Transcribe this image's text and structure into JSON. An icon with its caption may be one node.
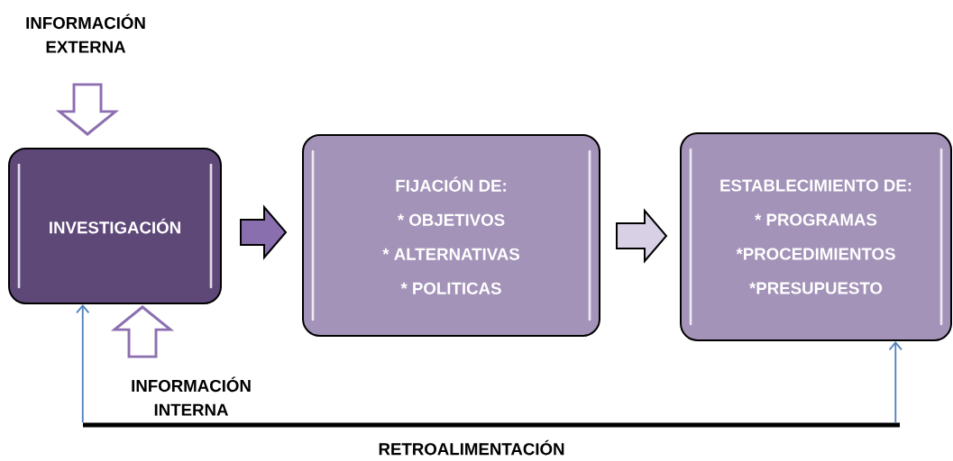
{
  "diagram": {
    "nodes": [
      {
        "text": [
          "INFORMACIÓN EXTERNA"
        ]
      },
      {
        "text": [
          "INVESTIGACIÓN"
        ]
      },
      {
        "text": [
          "FIJACIÓN DE:",
          "* OBJETIVOS",
          "* ALTERNATIVAS",
          "* POLITICAS"
        ]
      },
      {
        "text": [
          "ESTABLECIMIENTO DE:",
          "* PROGRAMAS",
          "*PROCEDIMIENTOS",
          "*PRESUPUESTO"
        ]
      },
      {
        "text": [
          "INFORMACIÓN INTERNA"
        ]
      },
      {
        "text": [],
        "shape": "bar",
        "beside": [
          "RETROALIMENTACIÓN"
        ]
      }
    ],
    "edges": [
      {
        "from": 0,
        "to": 1,
        "arrow": "to"
      },
      {
        "from": 4,
        "to": 1,
        "arrow": "to"
      },
      {
        "from": 1,
        "to": 2,
        "arrow": "to"
      },
      {
        "from": 2,
        "to": 3,
        "arrow": "to"
      },
      {
        "from": 5,
        "to": 1,
        "arrow": "to",
        "color": "#4f81bd"
      },
      {
        "from": 5,
        "to": 3,
        "arrow": "to",
        "color": "#4f81bd"
      }
    ]
  }
}
